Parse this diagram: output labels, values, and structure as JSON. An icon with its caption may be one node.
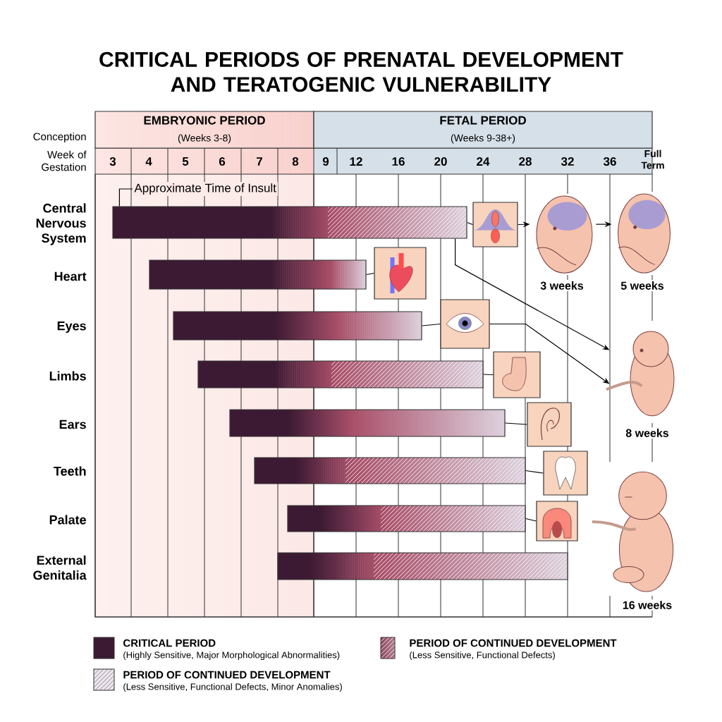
{
  "diagram": {
    "title": "CRITICAL PERIODS OF PRENATAL DEVELOPMENT AND TERATOGENIC VULNERABILITY",
    "nodes": [
      {
        "text": [
          "EMBRYONIC PERIOD",
          "(Weeks 3-8)"
        ]
      },
      {
        "text": [
          "FETAL PERIOD",
          "(Weeks 9-38+)"
        ]
      },
      {
        "text": [
          "Approximate Time of Insult"
        ]
      },
      {
        "text": [],
        "shape": "bar"
      },
      {
        "text": [],
        "shape": "bar"
      },
      {
        "text": [],
        "shape": "bar"
      },
      {
        "text": [],
        "shape": "bar"
      },
      {
        "text": [],
        "shape": "bar"
      },
      {
        "text": [],
        "shape": "bar"
      },
      {
        "text": [],
        "shape": "bar"
      },
      {
        "text": [],
        "shape": "bar"
      },
      {
        "text": [],
        "shape": "picture"
      },
      {
        "text": [],
        "shape": "picture"
      },
      {
        "text": [],
        "shape": "picture"
      },
      {
        "text": [],
        "shape": "picture"
      },
      {
        "text": [],
        "shape": "picture"
      },
      {
        "text": [],
        "shape": "picture"
      },
      {
        "text": [],
        "shape": "picture"
      },
      {
        "text": [],
        "shape": "picture",
        "beside": [
          "3 weeks"
        ]
      },
      {
        "text": [],
        "shape": "picture",
        "beside": [
          "5 weeks"
        ]
      },
      {
        "text": [],
        "shape": "picture",
        "beside": [
          "8 weeks"
        ]
      },
      {
        "text": [],
        "shape": "picture",
        "beside": [
          "16 weeks"
        ]
      }
    ],
    "edges": [
      {
        "from": 2,
        "to": 3,
        "arrow": "none"
      },
      {
        "from": 3,
        "to": 11,
        "arrow": "none"
      },
      {
        "from": 11,
        "to": 18,
        "arrow": "to"
      },
      {
        "from": 18,
        "to": 19,
        "arrow": "to"
      },
      {
        "from": 3,
        "to": 20,
        "arrow": "to"
      },
      {
        "from": 4,
        "to": 12,
        "arrow": "none"
      },
      {
        "from": 5,
        "to": 13,
        "arrow": "none"
      },
      {
        "from": 13,
        "to": 20,
        "arrow": "to"
      },
      {
        "from": 6,
        "to": 14,
        "arrow": "none"
      },
      {
        "from": 7,
        "to": 15,
        "arrow": "none"
      },
      {
        "from": 8,
        "to": 16,
        "arrow": "none"
      },
      {
        "from": 9,
        "to": 17,
        "arrow": "none"
      }
    ],
    "labels": [
      "Conception",
      "Week of Gestation",
      "3",
      "4",
      "5",
      "6",
      "7",
      "8",
      "9",
      "12",
      "16",
      "20",
      "24",
      "28",
      "32",
      "36",
      "Full Term",
      "Central Nervous System",
      "Heart",
      "Eyes",
      "Limbs",
      "Ears",
      "Teeth",
      "Palate",
      "External Genitalia",
      "(Highly Sensitive, Major Morphological Abnormalities)",
      "(Less Sensitive, Functional Defects)",
      "(Less Sensitive, Functional Defects, Minor Anomalies)"
    ],
    "legend": [
      {
        "text": "CRITICAL PERIOD",
        "color": "#3d1a33"
      },
      {
        "text": "PERIOD OF CONTINUED DEVELOPMENT"
      },
      {
        "text": "PERIOD OF CONTINUED DEVELOPMENT"
      }
    ]
  }
}
